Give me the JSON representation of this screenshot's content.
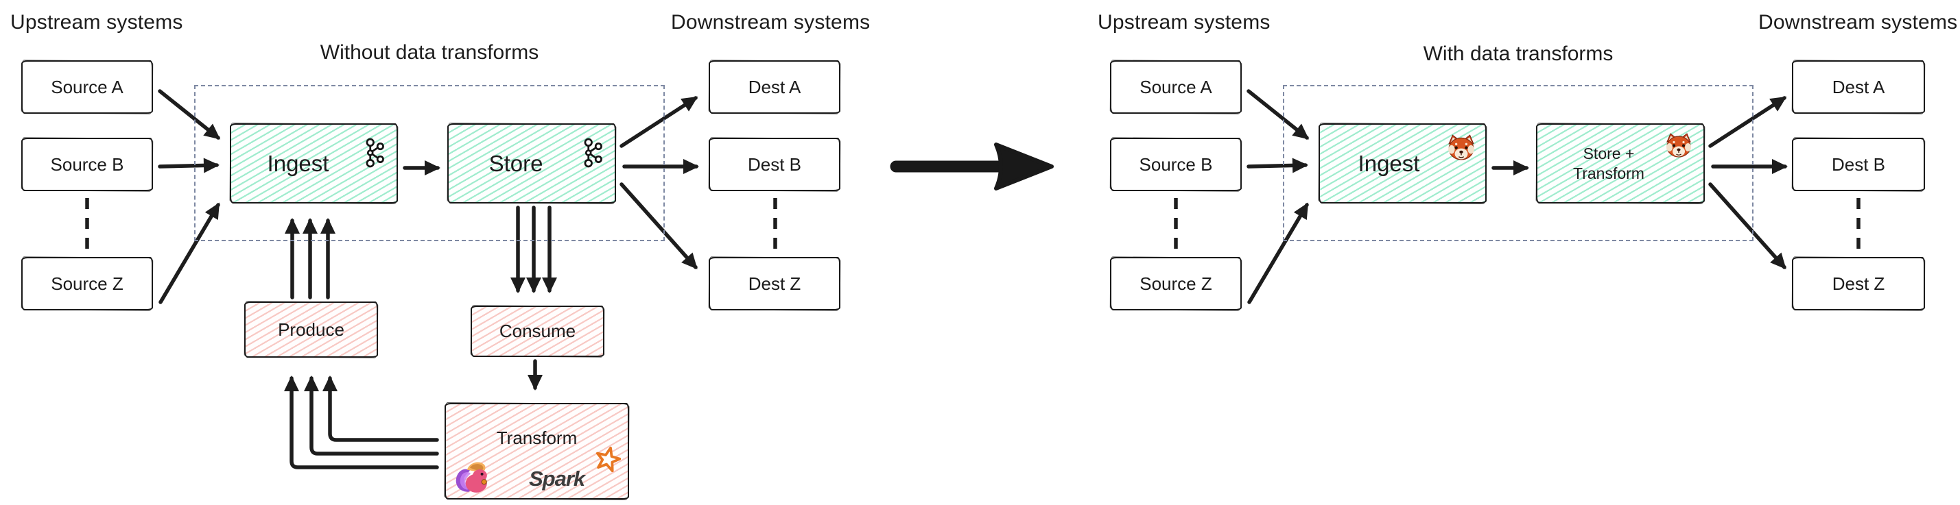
{
  "left": {
    "upstream_heading": "Upstream systems",
    "downstream_heading": "Downstream systems",
    "title": "Without data transforms",
    "sources": [
      {
        "label": "Source A"
      },
      {
        "label": "Source B"
      },
      {
        "label": "Source Z"
      }
    ],
    "dests": [
      {
        "label": "Dest A"
      },
      {
        "label": "Dest B"
      },
      {
        "label": "Dest Z"
      }
    ],
    "ingest": {
      "label": "Ingest",
      "icon": "kafka-logo"
    },
    "store": {
      "label": "Store",
      "icon": "kafka-logo"
    },
    "produce_label": "Produce",
    "consume_label": "Consume",
    "transform": {
      "label": "Transform",
      "icons": [
        "flink-logo",
        "spark-logo"
      ],
      "spark_label": "Spark"
    }
  },
  "right": {
    "upstream_heading": "Upstream systems",
    "downstream_heading": "Downstream systems",
    "title": "With data transforms",
    "sources": [
      {
        "label": "Source A"
      },
      {
        "label": "Source B"
      },
      {
        "label": "Source Z"
      }
    ],
    "dests": [
      {
        "label": "Dest A"
      },
      {
        "label": "Dest B"
      },
      {
        "label": "Dest Z"
      }
    ],
    "ingest": {
      "label": "Ingest",
      "icon": "redpanda-logo"
    },
    "store_transform": {
      "label_line1": "Store +",
      "label_line2": "Transform",
      "icon": "redpanda-logo"
    }
  },
  "colors": {
    "ink": "#1c1c1c",
    "teal_hatch": "#66e0b1",
    "pink_hatch": "#f39e96",
    "dashed_region_border": "#7e89a3",
    "spark_orange": "#e87722",
    "redpanda_orange": "#d8541f",
    "flink_pink": "#e8557f",
    "flink_purple": "#9a4fd1"
  }
}
